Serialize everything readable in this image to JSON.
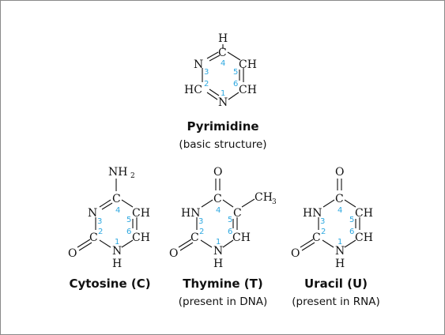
{
  "structures": [
    {
      "id": "pyrimidine",
      "name": "Pyrimidine",
      "note": "(basic structure)"
    },
    {
      "id": "cytosine",
      "name": "Cytosine (C)",
      "note": ""
    },
    {
      "id": "thymine",
      "name": "Thymine (T)",
      "note": "(present in DNA)"
    },
    {
      "id": "uracil",
      "name": "Uracil (U)",
      "note": "(present in RNA)"
    }
  ],
  "atoms": {
    "H": "H",
    "C": "C",
    "N": "N",
    "CH": "CH",
    "HC": "HC",
    "NH": "NH",
    "HN": "HN",
    "O": "O",
    "NH2": "NH",
    "sub2": "2",
    "CH3": "CH",
    "sub3": "3"
  },
  "ring_numbers": [
    "1",
    "2",
    "3",
    "4",
    "5",
    "6"
  ],
  "colors": {
    "ring_number": "#2ea8e0",
    "text": "#111111",
    "border": "#8a8a8a"
  }
}
